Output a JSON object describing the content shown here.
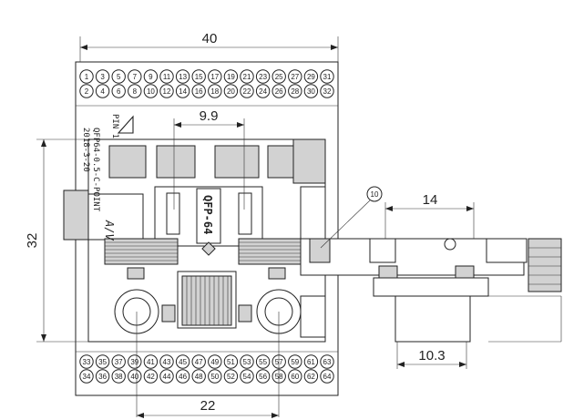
{
  "dimensions": {
    "overall_width": "40",
    "chip_width": "9.9",
    "side_width": "14",
    "overall_height": "32",
    "side_inner": "10.3",
    "hole_spacing": "22"
  },
  "callout": "10",
  "chip_label": "QFP-64",
  "board_label_line1": "QFP64-0.5-C-POINT",
  "board_label_line2": "2018-3-20",
  "pin1_label": "PIN 1",
  "brand_mark": "A/V",
  "pins": {
    "row_top_odd": [
      "1",
      "3",
      "5",
      "7",
      "9",
      "11",
      "13",
      "15",
      "17",
      "19",
      "21",
      "23",
      "25",
      "27",
      "29",
      "31"
    ],
    "row_top_even": [
      "2",
      "4",
      "6",
      "8",
      "10",
      "12",
      "14",
      "16",
      "18",
      "20",
      "22",
      "24",
      "26",
      "28",
      "30",
      "32"
    ],
    "row_bottom_odd": [
      "33",
      "35",
      "37",
      "39",
      "41",
      "43",
      "45",
      "47",
      "49",
      "51",
      "53",
      "55",
      "57",
      "59",
      "61",
      "63"
    ],
    "row_bottom_even": [
      "34",
      "36",
      "38",
      "40",
      "42",
      "44",
      "46",
      "48",
      "50",
      "52",
      "54",
      "56",
      "58",
      "60",
      "62",
      "64"
    ]
  }
}
